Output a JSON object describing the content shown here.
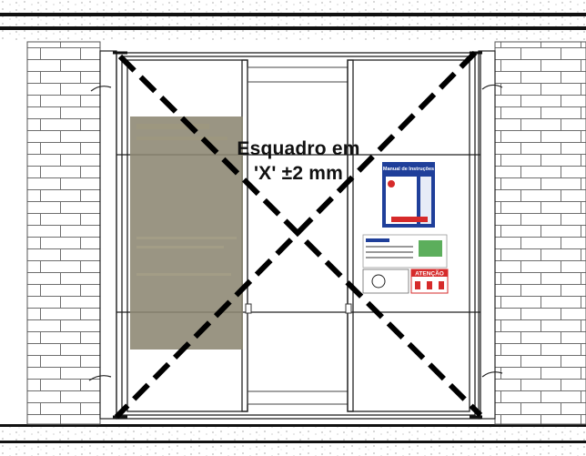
{
  "diagram": {
    "caption_line1": "Esquadro em",
    "caption_line2": "'X' ±2 mm",
    "manual_sticker": {
      "title": "Manual de Instruções"
    },
    "warning_sticker": {
      "label": "ATENÇÃO"
    }
  },
  "colors": {
    "line": "#111111",
    "brick": "#777777",
    "cross": "#000000",
    "manual_blue": "#1f3f9a",
    "warning_red": "#d62a2a",
    "left_sticker": "#8c8672"
  }
}
